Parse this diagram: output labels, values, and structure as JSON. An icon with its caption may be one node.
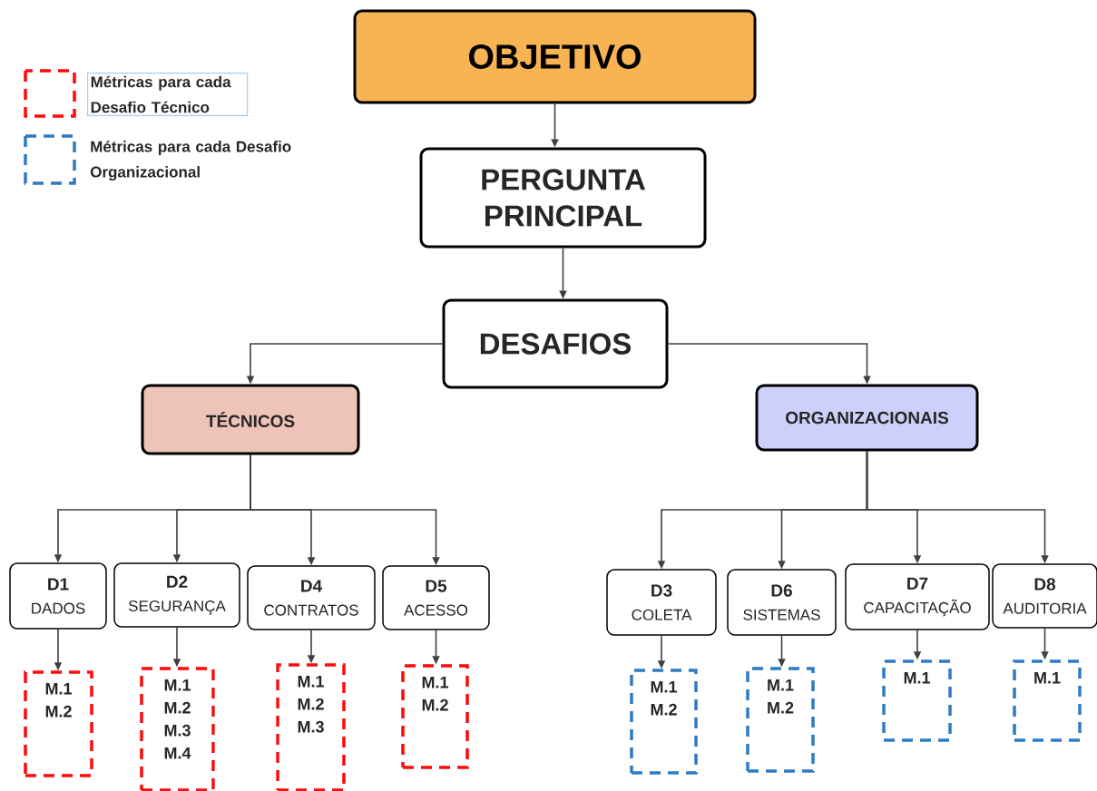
{
  "diagram": {
    "nodes": [
      {
        "text": [
          "OBJETIVO"
        ]
      },
      {
        "text": [
          "PERGUNTA PRINCIPAL"
        ]
      },
      {
        "text": [
          "DESAFIOS"
        ]
      },
      {
        "text": [
          "TÉCNICOS"
        ]
      },
      {
        "text": [
          "ORGANIZACIONAIS"
        ]
      },
      {
        "text": [
          "D1",
          "DADOS"
        ]
      },
      {
        "text": [
          "D2",
          "SEGURANÇA"
        ]
      },
      {
        "text": [
          "D4",
          "CONTRATOS"
        ]
      },
      {
        "text": [
          "D5",
          "ACESSO"
        ]
      },
      {
        "text": [
          "D3",
          "COLETA"
        ]
      },
      {
        "text": [
          "D6",
          "SISTEMAS"
        ]
      },
      {
        "text": [
          "D7",
          "CAPACITAÇÃO"
        ]
      },
      {
        "text": [
          "D8",
          "AUDITORIA"
        ]
      },
      {
        "text": [
          "M.1",
          "M.2"
        ]
      },
      {
        "text": [
          "M.1",
          "M.2",
          "M.3",
          "M.4"
        ]
      },
      {
        "text": [
          "M.1",
          "M.2",
          "M.3"
        ]
      },
      {
        "text": [
          "M.1",
          "M.2"
        ]
      },
      {
        "text": [
          "M.1",
          "M.2"
        ]
      },
      {
        "text": [
          "M.1",
          "M.2"
        ]
      },
      {
        "text": [
          "M.1"
        ]
      },
      {
        "text": [
          "M.1"
        ]
      }
    ],
    "edges": [
      {
        "from": 0,
        "to": 1,
        "arrow": "to"
      },
      {
        "from": 1,
        "to": 2,
        "arrow": "to"
      },
      {
        "from": 2,
        "to": 3,
        "arrow": "to"
      },
      {
        "from": 2,
        "to": 4,
        "arrow": "to"
      },
      {
        "from": 3,
        "to": 5,
        "arrow": "to"
      },
      {
        "from": 3,
        "to": 6,
        "arrow": "to"
      },
      {
        "from": 3,
        "to": 7,
        "arrow": "to"
      },
      {
        "from": 3,
        "to": 8,
        "arrow": "to"
      },
      {
        "from": 4,
        "to": 9,
        "arrow": "to"
      },
      {
        "from": 4,
        "to": 10,
        "arrow": "to"
      },
      {
        "from": 4,
        "to": 11,
        "arrow": "to"
      },
      {
        "from": 4,
        "to": 12,
        "arrow": "to"
      },
      {
        "from": 5,
        "to": 13,
        "arrow": "to"
      },
      {
        "from": 6,
        "to": 14,
        "arrow": "to"
      },
      {
        "from": 7,
        "to": 15,
        "arrow": "to"
      },
      {
        "from": 8,
        "to": 16,
        "arrow": "to"
      },
      {
        "from": 9,
        "to": 17,
        "arrow": "to"
      },
      {
        "from": 10,
        "to": 18,
        "arrow": "to"
      },
      {
        "from": 11,
        "to": 19,
        "arrow": "to"
      },
      {
        "from": 12,
        "to": 20,
        "arrow": "to"
      }
    ],
    "legend": [
      {
        "text": "Métricas para cada Desafio Técnico"
      },
      {
        "text": "Métricas para cada Desafio Organizacional"
      }
    ]
  }
}
